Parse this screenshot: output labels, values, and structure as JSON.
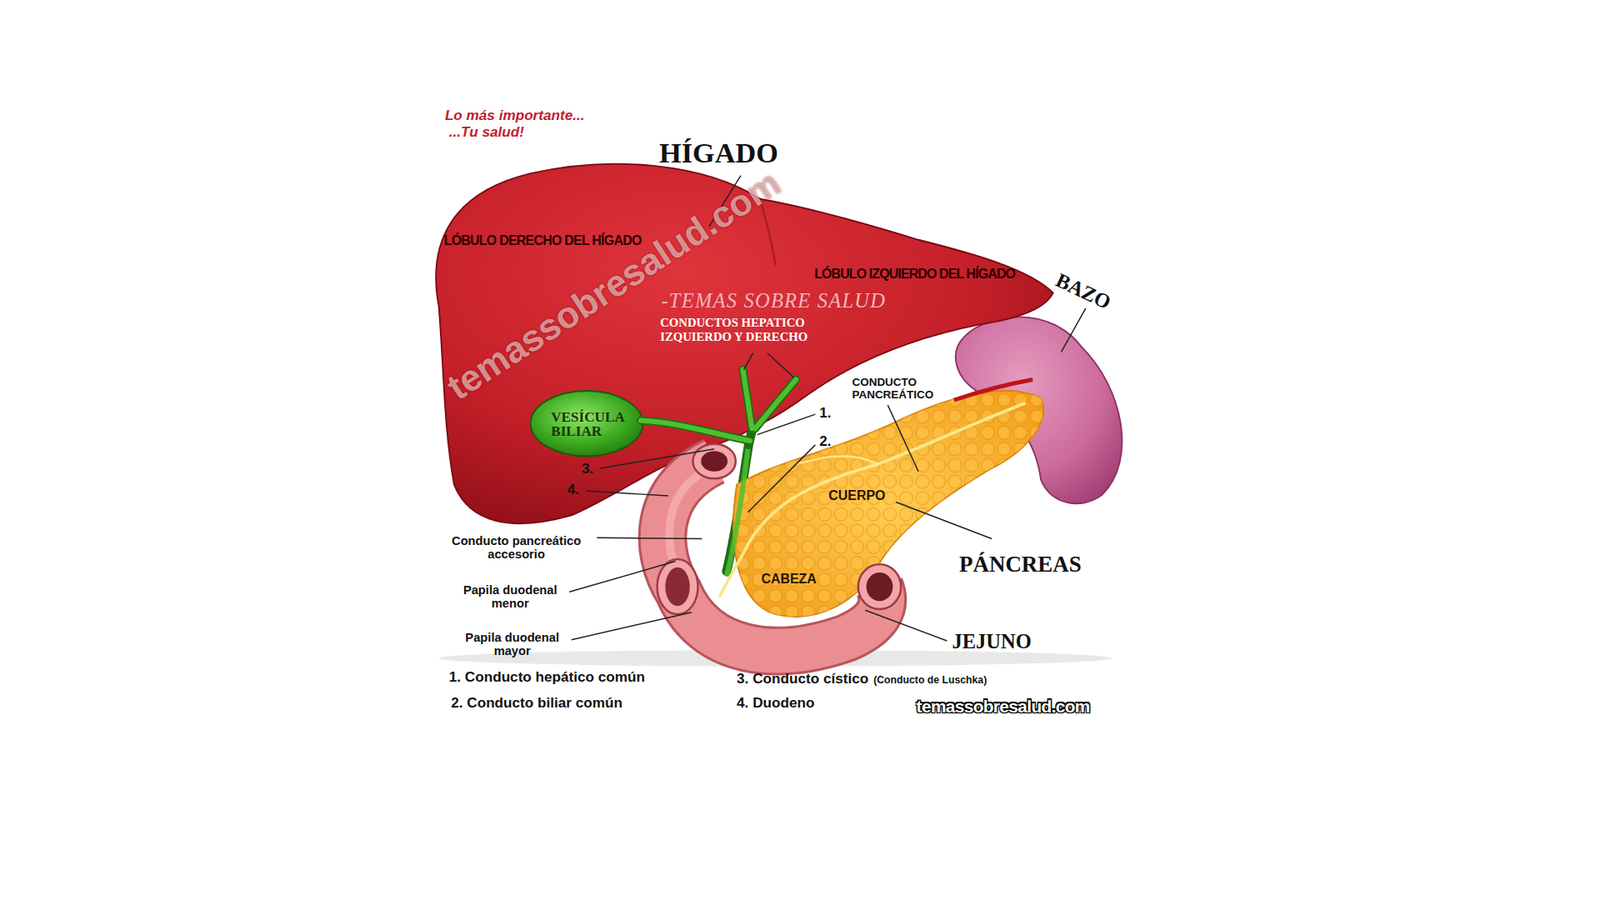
{
  "diagram": {
    "labels": [
      "Lo más importante...",
      "...Tu salud!",
      "HÍGADO",
      "temassobresalud.com",
      "LÓBULO DERECHO DEL HÍGADO",
      "LÓBULO IZQUIERDO DEL HÍGADO",
      "BAZO",
      "-TEMAS SOBRE SALUD",
      "CONDUCTOS HEPATICO IZQUIERDO Y DERECHO",
      "CONDUCTO PANCREÁTICO",
      "VESÍCULA BILIAR",
      "1.",
      "2.",
      "3.",
      "4.",
      "CUERPO",
      "PÁNCREAS",
      "Conducto pancreático accesorio",
      "CABEZA",
      "Papila duodenal menor",
      "Papila duodenal mayor",
      "JEJUNO",
      "1. Conducto hepático común",
      "3. Conducto cístico",
      "(Conducto de Luschka)",
      "2. Conducto biliar común",
      "4. Duodeno",
      "temassobresalud.com"
    ]
  }
}
